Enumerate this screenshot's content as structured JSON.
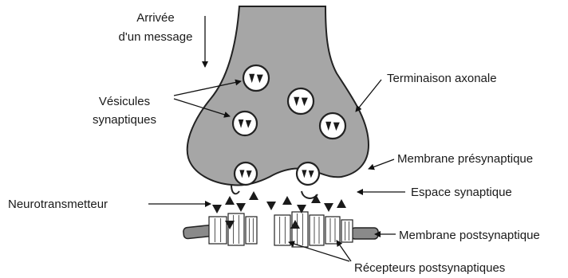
{
  "labels": {
    "message_line1": "Arrivée",
    "message_line2": "d'un message",
    "terminaison": "Terminaison axonale",
    "vesicules_line1": "Vésicules",
    "vesicules_line2": "synaptiques",
    "membrane_pre": "Membrane présynaptique",
    "espace": "Espace synaptique",
    "neurotransmetteur": "Neurotransmetteur",
    "membrane_post": "Membrane postsynaptique",
    "recepteurs": "Récepteurs postsynaptiques"
  },
  "colors": {
    "terminal_fill": "#a6a6a6",
    "outline": "#222222",
    "vesicle_fill": "#ffffff",
    "receptor_fill": "#ffffff",
    "membrane_post": "#8a8a8a",
    "neurotransmitter": "#1a1a1a"
  }
}
